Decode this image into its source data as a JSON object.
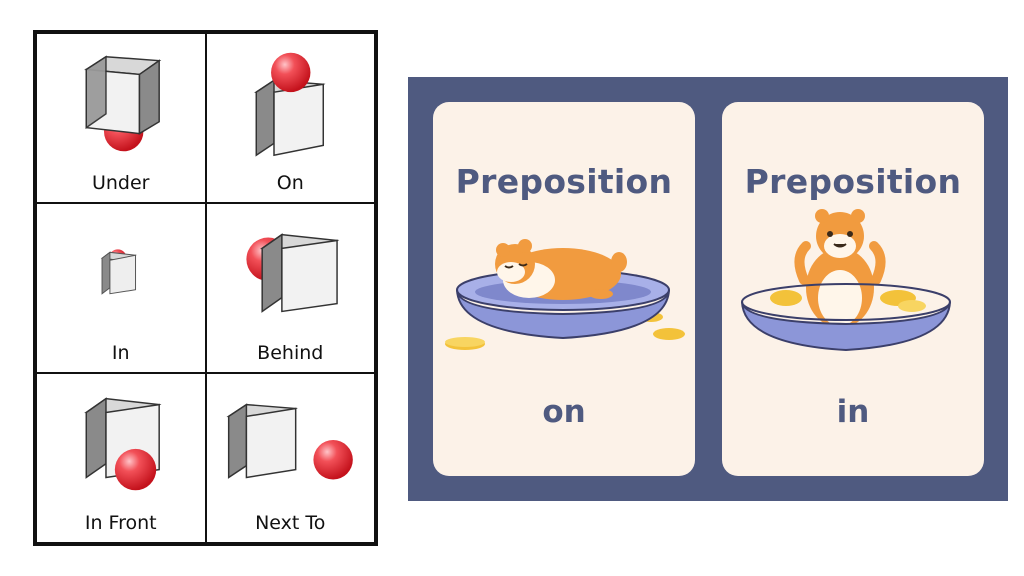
{
  "grid": {
    "cells": [
      {
        "label": "Under"
      },
      {
        "label": "On"
      },
      {
        "label": "In"
      },
      {
        "label": "Behind"
      },
      {
        "label": "In Front"
      },
      {
        "label": "Next To"
      }
    ]
  },
  "cards": [
    {
      "title": "Preposition",
      "word": "on"
    },
    {
      "title": "Preposition",
      "word": "in"
    }
  ],
  "colors": {
    "panel": "#4f5a80",
    "card": "#fcf2e8",
    "ball": "#e8323c",
    "hamster": "#f19b3f",
    "bed": "#8c96d8",
    "coin": "#f3c23a"
  }
}
